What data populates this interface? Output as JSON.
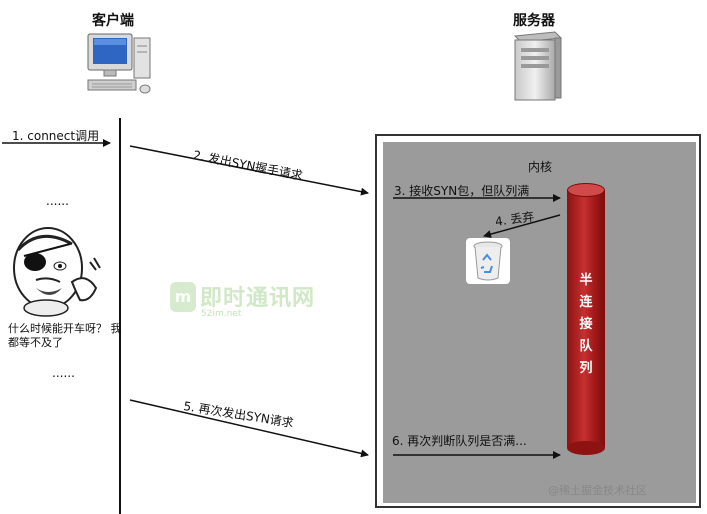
{
  "client": {
    "title": "客户端"
  },
  "server": {
    "title": "服务器"
  },
  "steps": {
    "s1": "1. connect调用",
    "s2": "2. 发出SYN握手请求",
    "s3": "3. 接收SYN包，但队列满",
    "s4": "4. 丢弃",
    "s5": "5. 再次发出SYN请求",
    "s6": "6. 再次判断队列是否满..."
  },
  "dots": {
    "top": "......",
    "bottom": "......"
  },
  "kernel": "内核",
  "queue": {
    "label_lines": [
      "半",
      "连",
      "接",
      "队",
      "列"
    ]
  },
  "meme": {
    "caption_line1": "什么时候能开车呀？ 我",
    "caption_line2": "都等不及了"
  },
  "watermark": {
    "badge": "m",
    "main": "即时通讯网",
    "sub": "52im.net"
  },
  "footer": "@稀土掘金技术社区",
  "colors": {
    "queue": "#b22222",
    "panel": "#9b9b9b"
  },
  "icons": [
    "computer-icon",
    "server-icon",
    "trash-can-icon",
    "meme-face-image"
  ]
}
